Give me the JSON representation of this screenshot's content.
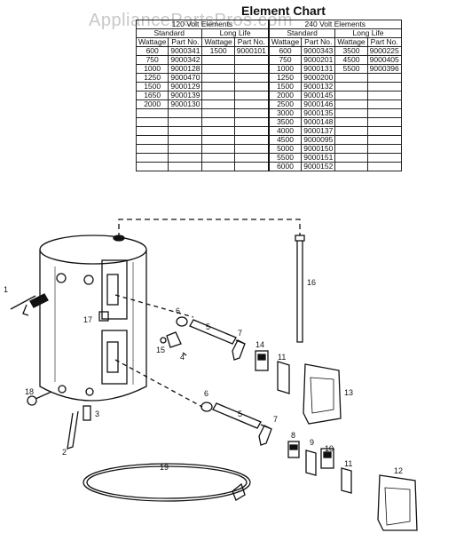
{
  "title": "Element Chart",
  "watermark": "AppliancePartsPros.com",
  "groups": {
    "g120": "120 Volt Elements",
    "g240": "240 Volt Elements"
  },
  "subheaders": {
    "standard": "Standard",
    "long_life": "Long Life"
  },
  "columns": {
    "wattage": "Wattage",
    "part_no": "Part No."
  },
  "rows": [
    [
      "600",
      "9000341",
      "1500",
      "9000101",
      "600",
      "9000343",
      "3500",
      "9000225"
    ],
    [
      "750",
      "9000342",
      "",
      "",
      "750",
      "9000201",
      "4500",
      "9000405"
    ],
    [
      "1000",
      "9000128",
      "",
      "",
      "1000",
      "9000131",
      "5500",
      "9000396"
    ],
    [
      "1250",
      "9000470",
      "",
      "",
      "1250",
      "9000200",
      "",
      ""
    ],
    [
      "1500",
      "9000129",
      "",
      "",
      "1500",
      "9000132",
      "",
      ""
    ],
    [
      "1650",
      "9000139",
      "",
      "",
      "2000",
      "9000145",
      "",
      ""
    ],
    [
      "2000",
      "9000130",
      "",
      "",
      "2500",
      "9000146",
      "",
      ""
    ],
    [
      "",
      "",
      "",
      "",
      "3000",
      "9000135",
      "",
      ""
    ],
    [
      "",
      "",
      "",
      "",
      "3500",
      "9000148",
      "",
      ""
    ],
    [
      "",
      "",
      "",
      "",
      "4000",
      "9000137",
      "",
      ""
    ],
    [
      "",
      "",
      "",
      "",
      "4500",
      "9000095",
      "",
      ""
    ],
    [
      "",
      "",
      "",
      "",
      "5000",
      "9000150",
      "",
      ""
    ],
    [
      "",
      "",
      "",
      "",
      "5500",
      "9000151",
      "",
      ""
    ],
    [
      "",
      "",
      "",
      "",
      "6000",
      "9000152",
      "",
      ""
    ]
  ],
  "callouts": {
    "c1": "1",
    "c2": "2",
    "c3": "3",
    "c4": "4",
    "c5a": "5",
    "c5b": "5",
    "c6a": "6",
    "c6b": "6",
    "c7a": "7",
    "c7b": "7",
    "c8": "8",
    "c9": "9",
    "c10": "10",
    "c11a": "11",
    "c11b": "11",
    "c12": "12",
    "c13": "13",
    "c14": "14",
    "c15": "15",
    "c16": "16",
    "c17": "17",
    "c18": "18",
    "c19": "19"
  }
}
